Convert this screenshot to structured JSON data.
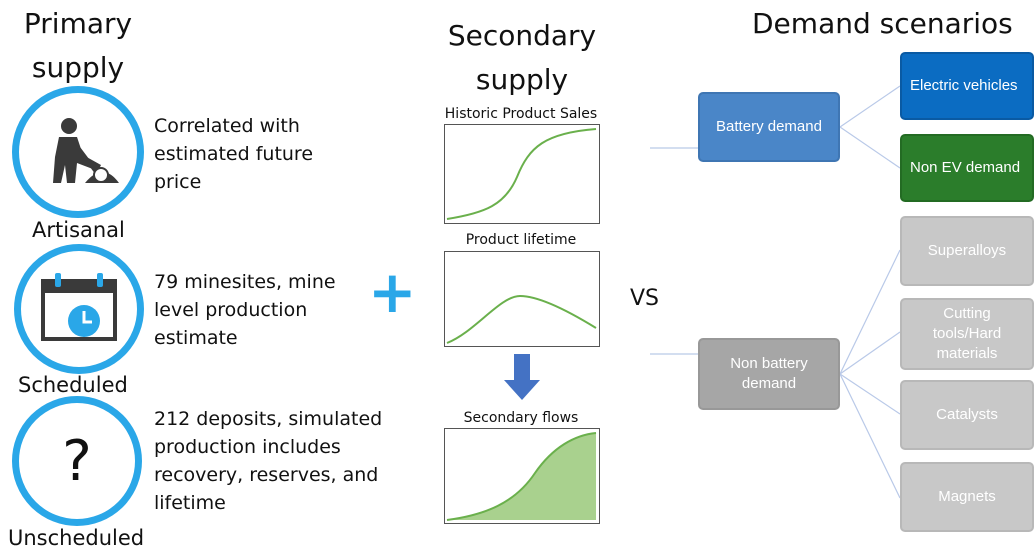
{
  "primary": {
    "title_line1": "Primary",
    "title_line2": "supply",
    "items": [
      {
        "label": "Artisanal",
        "description": "Correlated with estimated future price"
      },
      {
        "label": "Scheduled",
        "description": "79 minesites, mine level production estimate"
      },
      {
        "label": "Unscheduled",
        "description": "212 deposits, simulated production includes recovery, reserves, and lifetime",
        "symbol": "?"
      }
    ],
    "icon_color": "#2aa7e8"
  },
  "plus_symbol": "+",
  "secondary": {
    "title_line1": "Secondary",
    "title_line2": "supply",
    "charts": [
      {
        "title": "Historic Product Sales"
      },
      {
        "title": "Product lifetime"
      },
      {
        "title": "Secondary flows"
      }
    ],
    "curve_color": "#6ab04c",
    "fill_color": "#a9d18e",
    "arrow_color": "#4472c4"
  },
  "vs_label": "VS",
  "demand": {
    "title": "Demand scenarios",
    "battery": {
      "label": "Battery demand",
      "children": [
        "Electric vehicles",
        "Non EV demand"
      ]
    },
    "non_battery": {
      "label": "Non battery demand",
      "children": [
        "Superalloys",
        "Cutting tools/Hard materials",
        "Catalysts",
        "Magnets"
      ]
    }
  }
}
